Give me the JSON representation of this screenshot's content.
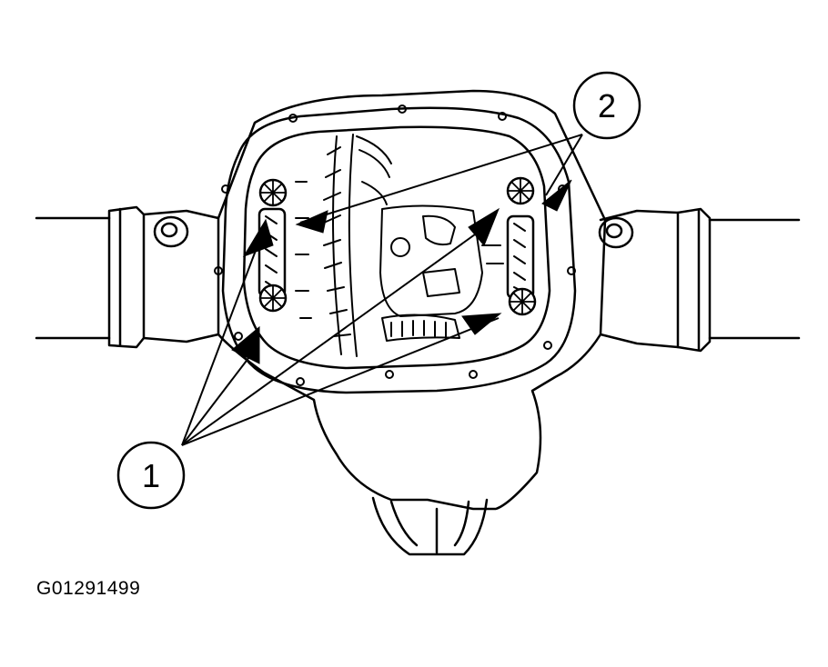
{
  "figure": {
    "code": "G01291499",
    "callouts": [
      {
        "id": "1",
        "label": "1"
      },
      {
        "id": "2",
        "label": "2"
      }
    ]
  },
  "colors": {
    "ink": "#000000",
    "paper": "#ffffff"
  }
}
